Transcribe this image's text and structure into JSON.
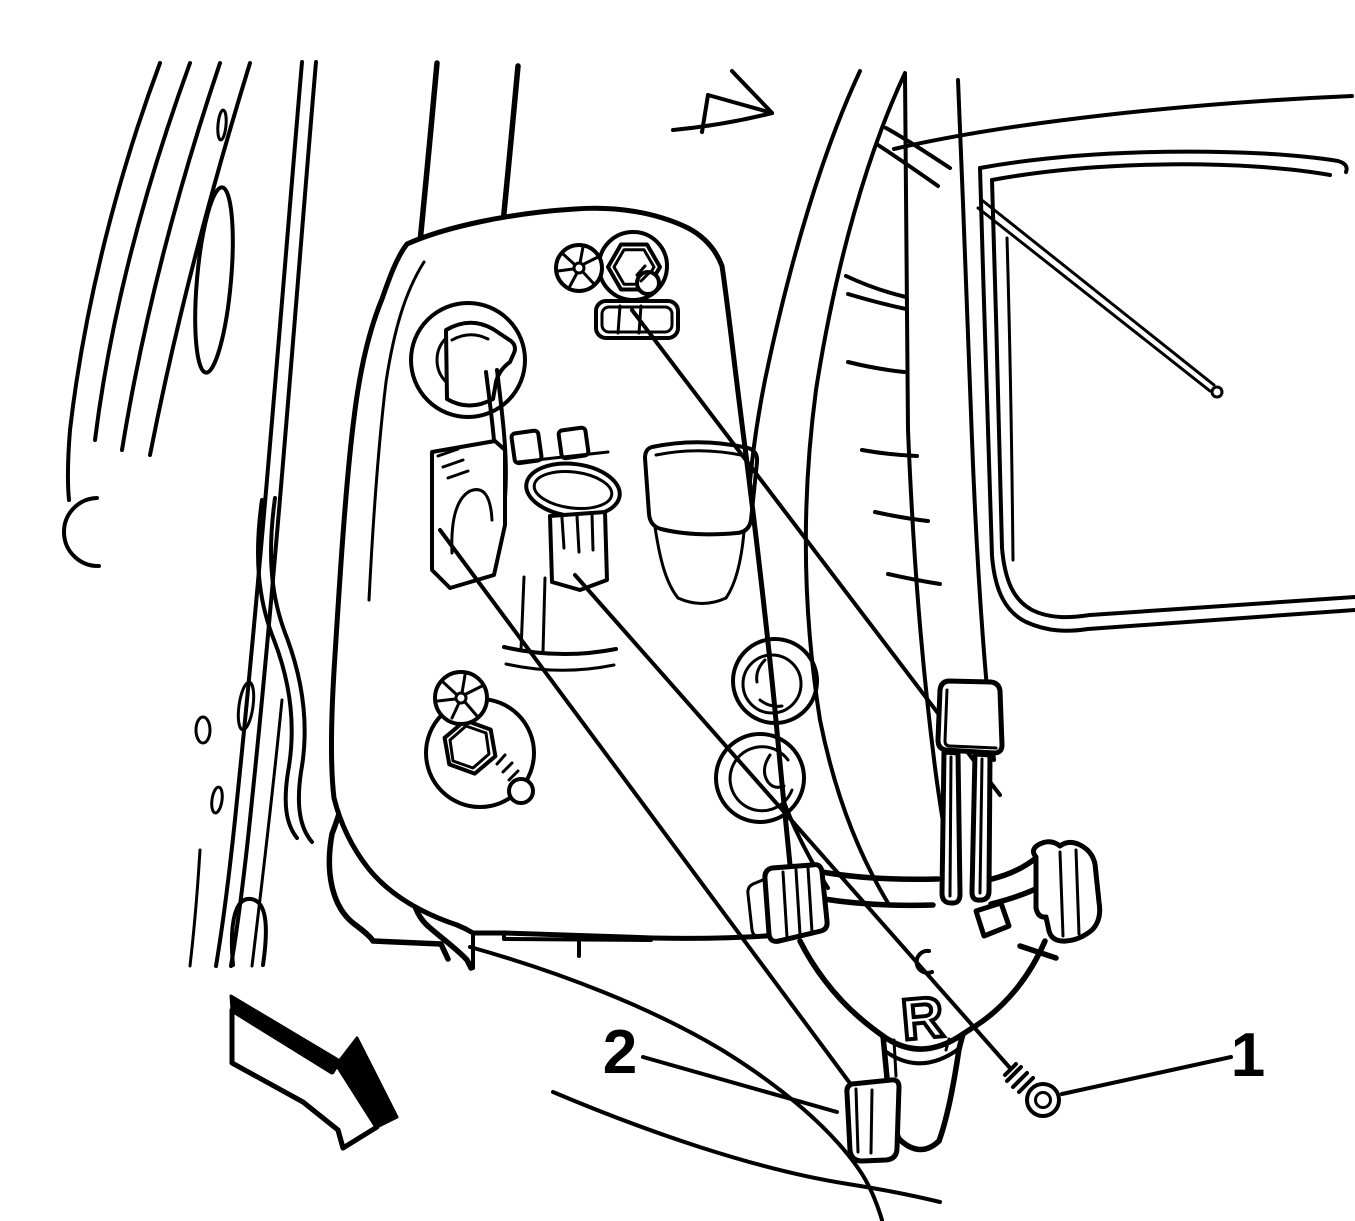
{
  "figure": {
    "kind": "service-manual line illustration",
    "subject": "rear tail lamp bracket and screw installation, right side of vehicle body",
    "colors": {
      "background": "#ffffff",
      "line": "#000000"
    },
    "callouts": [
      {
        "label": "1",
        "points_to": "mounting screw"
      },
      {
        "label": "2",
        "points_to": "retainer clip"
      }
    ],
    "part_marking": {
      "text": "R"
    },
    "direction_arrow": {
      "style": "3d-block-arrow",
      "direction": "lower-right"
    }
  }
}
